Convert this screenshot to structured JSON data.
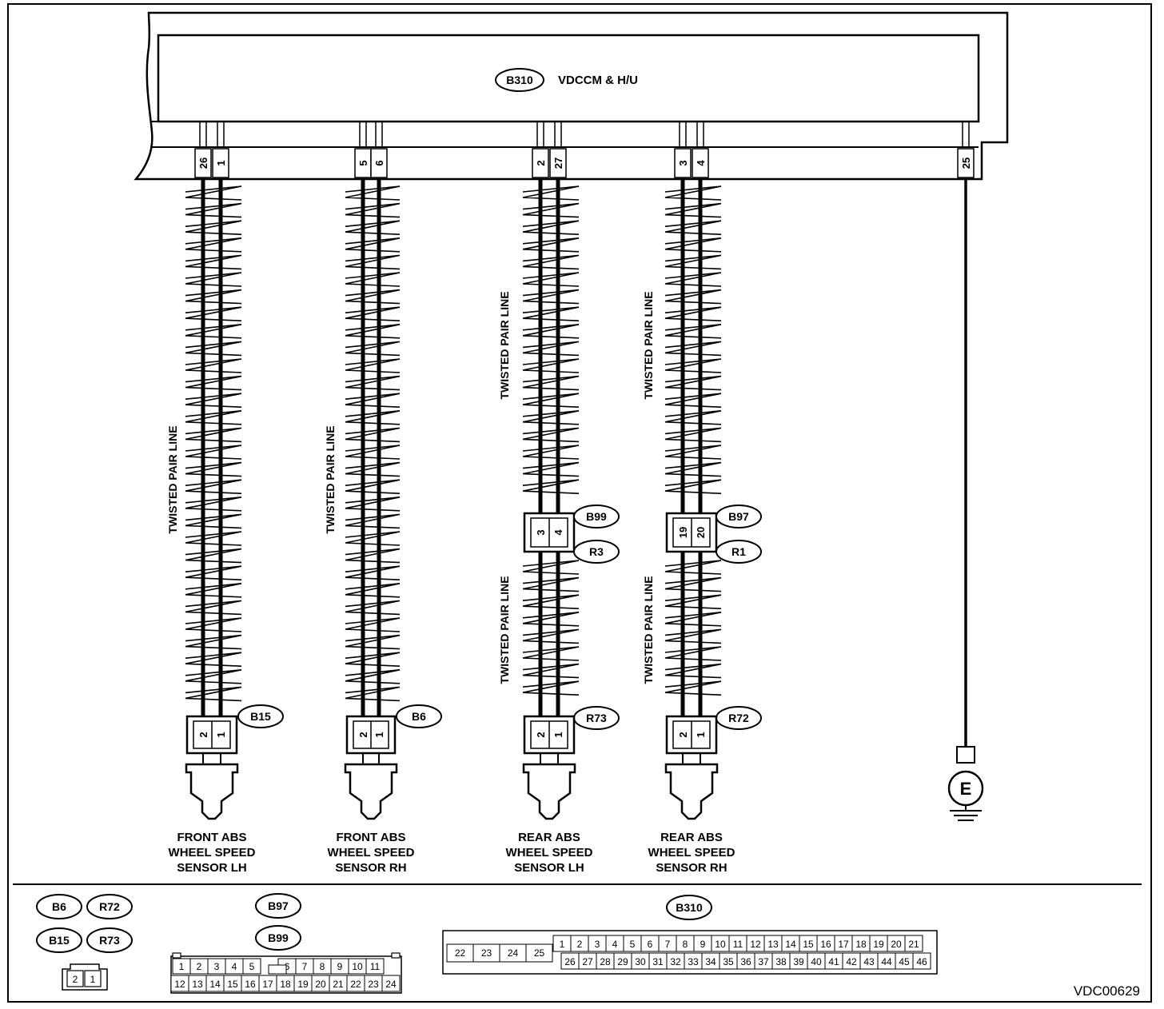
{
  "module": {
    "code": "B310",
    "name": "VDCCM & H/U",
    "pins": [
      [
        "26",
        "1"
      ],
      [
        "5",
        "6"
      ],
      [
        "2",
        "27"
      ],
      [
        "3",
        "4"
      ],
      [
        "25"
      ]
    ]
  },
  "twisted_label": "TWISTED PAIR LINE",
  "joints": [
    {
      "upper": "B99",
      "lower": "R3",
      "pins": [
        "3",
        "4"
      ]
    },
    {
      "upper": "B97",
      "lower": "R1",
      "pins": [
        "19",
        "20"
      ]
    }
  ],
  "sensors": [
    {
      "code": "B15",
      "pins": [
        "2",
        "1"
      ],
      "lines": [
        "FRONT ABS",
        "WHEEL SPEED",
        "SENSOR LH"
      ]
    },
    {
      "code": "B6",
      "pins": [
        "2",
        "1"
      ],
      "lines": [
        "FRONT ABS",
        "WHEEL SPEED",
        "SENSOR RH"
      ]
    },
    {
      "code": "R73",
      "pins": [
        "2",
        "1"
      ],
      "lines": [
        "REAR ABS",
        "WHEEL SPEED",
        "SENSOR LH"
      ]
    },
    {
      "code": "R72",
      "pins": [
        "2",
        "1"
      ],
      "lines": [
        "REAR ABS",
        "WHEEL SPEED",
        "SENSOR RH"
      ]
    }
  ],
  "ground": {
    "label": "E"
  },
  "legend": {
    "group_a": {
      "codes": [
        "B6",
        "R72",
        "B15",
        "R73"
      ],
      "pins": [
        "2",
        "1"
      ]
    },
    "group_b": {
      "codes": [
        "B97",
        "B99"
      ],
      "row1": [
        "1",
        "2",
        "3",
        "4",
        "5",
        "",
        "6",
        "7",
        "8",
        "9",
        "10",
        "11"
      ],
      "row2": [
        "12",
        "13",
        "14",
        "15",
        "16",
        "17",
        "18",
        "19",
        "20",
        "21",
        "22",
        "23",
        "24"
      ]
    },
    "group_c": {
      "code": "B310",
      "left": [
        "22",
        "23",
        "24",
        "25"
      ],
      "row1": [
        "1",
        "2",
        "3",
        "4",
        "5",
        "6",
        "7",
        "8",
        "9",
        "10",
        "11",
        "12",
        "13",
        "14",
        "15",
        "16",
        "17",
        "18",
        "19",
        "20",
        "21"
      ],
      "row2": [
        "26",
        "27",
        "28",
        "29",
        "30",
        "31",
        "32",
        "33",
        "34",
        "35",
        "36",
        "37",
        "38",
        "39",
        "40",
        "41",
        "42",
        "43",
        "44",
        "45",
        "46"
      ]
    }
  },
  "figure_id": "VDC00629"
}
